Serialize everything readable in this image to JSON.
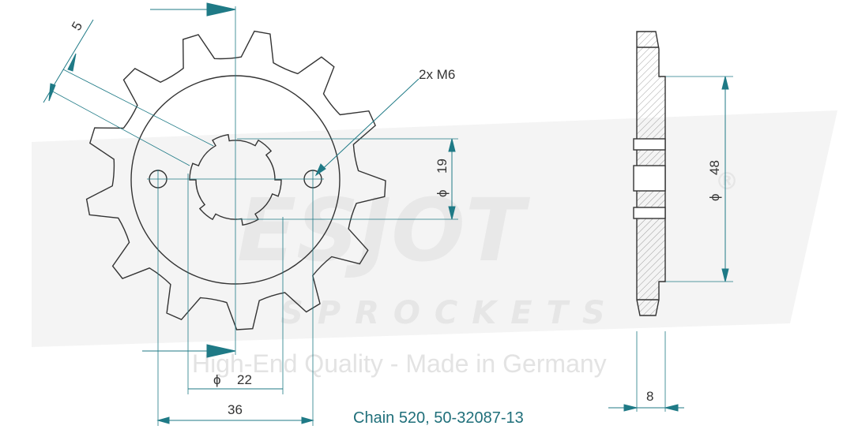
{
  "watermark": {
    "brand": "ESJOT",
    "registered": "®",
    "sub": "SPROCKETS",
    "tagline": "High-End Quality - Made in Germany"
  },
  "dimensions": {
    "offset": "5",
    "holes": "2x M6",
    "spline_diameter": "19",
    "hole_spacing": "22",
    "bolt_circle": "36",
    "outer_diameter": "48",
    "thickness": "8",
    "diameter_symbol": "ϕ"
  },
  "caption": "Chain 520, 50-32087-13",
  "colors": {
    "outline": "#333333",
    "dimension": "#1f7a86",
    "watermark": "#e8e8e8"
  }
}
